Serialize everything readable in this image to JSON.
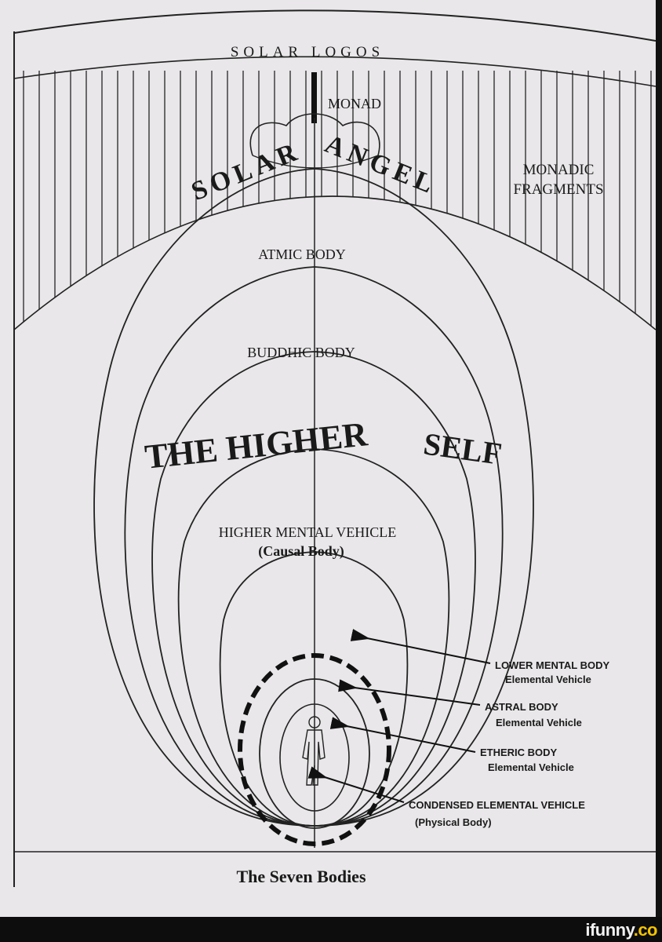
{
  "diagram": {
    "top_label": "SOLAR LOGOS",
    "monad": "MONAD",
    "solar_angel_left": "SOLAR",
    "solar_angel_right": "ANGEL",
    "monadic_fragments": [
      "MONADIC",
      "FRAGMENTS"
    ],
    "atmic_body": "ATMIC BODY",
    "buddhic_body": "BUDDHIC BODY",
    "higher_self_left": "THE HIGHER",
    "higher_self_right": "SELF",
    "higher_mental_vehicle": "HIGHER MENTAL VEHICLE",
    "causal_body": "(Causal Body)",
    "callouts": [
      {
        "title": "LOWER MENTAL BODY",
        "sub": "Elemental Vehicle"
      },
      {
        "title": "ASTRAL BODY",
        "sub": "Elemental Vehicle"
      },
      {
        "title": "ETHERIC BODY",
        "sub": "Elemental Vehicle"
      },
      {
        "title": "CONDENSED ELEMENTAL VEHICLE",
        "sub": "(Physical Body)"
      }
    ],
    "caption": "The Seven Bodies"
  },
  "watermark": {
    "text": "ifunny",
    "suffix": ".co"
  }
}
